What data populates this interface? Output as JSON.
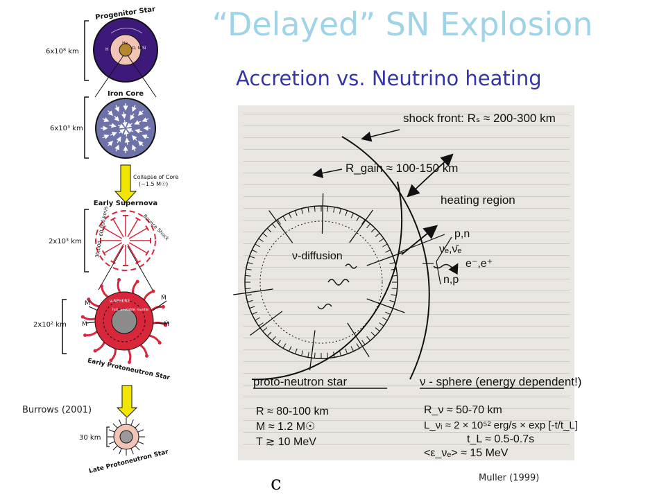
{
  "title": "“Delayed” SN Explosion",
  "subtitle": "Accretion  vs. Neutrino heating",
  "credits": {
    "left": "Burrows (2001)",
    "right": "Muller (1999)",
    "letter": "c"
  },
  "left_panel": {
    "progenitor_label": "Progenitor Star",
    "progenitor_scale": "6x10⁸ km",
    "shell_labels": [
      "H",
      "He",
      "O, Ne",
      "Si"
    ],
    "iron_core_label": "Iron Core",
    "iron_core_scale": "6x10³ km",
    "collapse_label": "Collapse of Core",
    "collapse_mass": "(~1.5 M☉)",
    "early_sn_label": "Early Supernova",
    "early_sn_scale": "2x10³ km",
    "bounce_label": "Bounce Shock",
    "velocity_label": "30,000 - 60,000 km/s",
    "early_pns_scale": "2x10² km",
    "nu_sphere_label": "ν-SPHERE",
    "mantle_label": "hot, unstable mantle",
    "accretion_symbol": "Ṁ",
    "early_pns_label": "Early Protoneutron Star",
    "late_pns_scale": "30 km",
    "late_pns_label": "Late Protoneutron Star",
    "nu_symbol": "ν"
  },
  "diagram": {
    "shock_front": "shock front:  Rₛ ≈ 200-300 km",
    "r_gain": "R_gain ≈ 100-150 km",
    "heating_region": "heating region",
    "nu_diffusion": "ν-diffusion",
    "p_n": "p,n",
    "nu_e": "νₑ,ν̄ₑ",
    "e_pairs": "e⁻,e⁺",
    "n_p": "n,p",
    "pns_title": "proto-neutron star",
    "nusphere_title": "ν - sphere (energy dependent!)",
    "pns_props": [
      "R ≈ 80-100 km",
      "M ≈  1.2 M☉",
      "T  ≳  10 MeV"
    ],
    "nusphere_props": [
      "R_ν ≈ 50-70 km",
      "L_νᵢ ≈ 2 × 10⁵² erg/s × exp [-t/t_L]",
      "t_L ≈ 0.5-0.7s",
      "<ε_νₑ> ≈ 15 MeV"
    ]
  },
  "colors": {
    "title": "#9fd3e8",
    "subtitle": "#3535a8",
    "progenitor": "#3d1a7a",
    "iron_core": "#6d73a8",
    "pns_red": "#d8263b",
    "arrow_yellow": "#f2e600"
  }
}
